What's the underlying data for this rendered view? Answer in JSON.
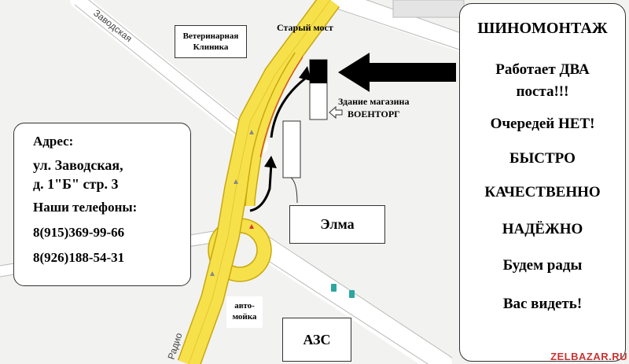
{
  "map": {
    "street_zavodskaya": "Заводская",
    "street_radio": "Радио",
    "old_bridge": "Старый мост",
    "vet_clinic": [
      "Ветеринарная",
      "Клиника"
    ],
    "voentorg": [
      "Здание магазина",
      "ВОЕНТОРГ"
    ],
    "elma": "Элма",
    "car_wash": [
      "авто-",
      "мойка"
    ],
    "gas_station": "АЗС",
    "colors": {
      "road_yellow": "#f7e14b",
      "road_edge": "#c9a80c",
      "street": "#ffffff",
      "building": "#ffffff",
      "marker_black": "#000000",
      "arrow_red": "#d33"
    }
  },
  "address": {
    "heading": "Адрес:",
    "street_line": "ул. Заводская,",
    "building_line": "д. 1\"Б\" стр. 3",
    "phones_heading": "Наши телефоны:",
    "phone_1": "8(915)369-99-66",
    "phone_2": "8(926)188-54-31"
  },
  "promo": {
    "title": "ШИНОМОНТАЖ",
    "lines": [
      "Работает ДВА",
      "поста!!!",
      "Очередей НЕТ!",
      "БЫСТРО",
      "КАЧЕСТВЕННО",
      "НАДЁЖНО",
      "Будем рады",
      "Вас видеть!"
    ]
  },
  "watermark": "ZELBAZAR.RU"
}
